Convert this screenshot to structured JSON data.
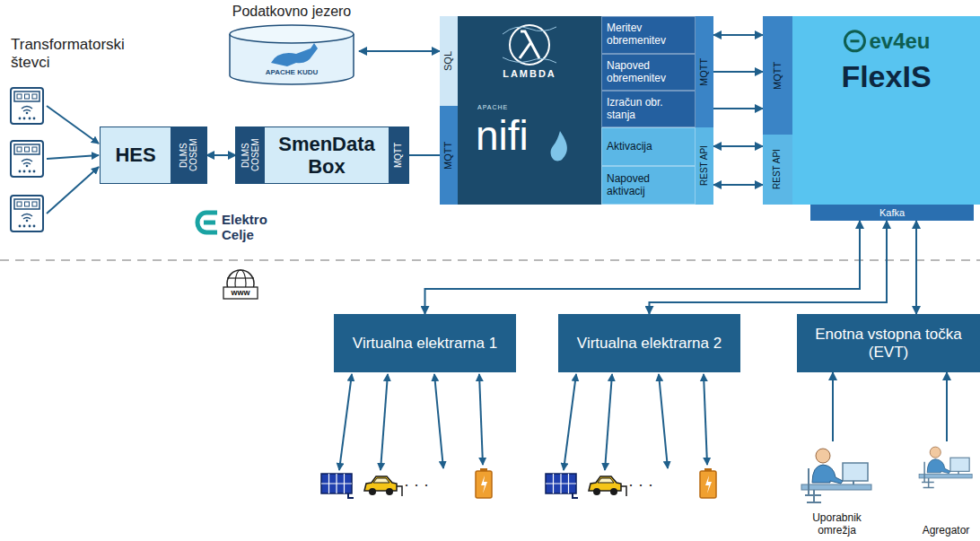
{
  "diagram": {
    "nodes": [
      {
        "text": [
          "HES"
        ]
      },
      {
        "text": [
          "DLMS COSEM"
        ],
        "in": 0
      },
      {
        "text": [
          "SmenData Box"
        ]
      },
      {
        "text": [
          "DLMS COSEM"
        ],
        "in": 2
      },
      {
        "text": [
          "MQTT"
        ],
        "in": 2
      },
      {
        "text": [
          "Podatkovno jezero",
          "APACHE KUDU"
        ]
      },
      {
        "text": [
          "LAMBDA",
          "APACHE",
          "nifi"
        ]
      },
      {
        "text": [
          "SQL"
        ],
        "in": 6
      },
      {
        "text": [
          "MQTT"
        ],
        "in": 6
      },
      {
        "text": [
          "Meritev obremenitev"
        ],
        "in": 6
      },
      {
        "text": [
          "Napoved obremenitev"
        ],
        "in": 6
      },
      {
        "text": [
          "Izračun obr. stanja"
        ],
        "in": 6
      },
      {
        "text": [
          "Aktivacija"
        ],
        "in": 6
      },
      {
        "text": [
          "Napoved aktivacij"
        ],
        "in": 6
      },
      {
        "text": [
          "MQTT"
        ],
        "in": 6
      },
      {
        "text": [
          "REST API"
        ],
        "in": 6
      },
      {
        "text": [
          "ev4eu",
          "FlexIS"
        ]
      },
      {
        "text": [
          "MQTT"
        ],
        "in": 16
      },
      {
        "text": [
          "REST API"
        ],
        "in": 16
      },
      {
        "text": [
          "Kafka"
        ],
        "in": 16
      },
      {
        "text": [
          "Virtualna elektrarna 1"
        ]
      },
      {
        "text": [
          "Virtualna elektrarna 2"
        ]
      },
      {
        "text": [
          "Enotna vstopna točka (EVT)"
        ]
      },
      {
        "text": [
          "Uporabnik omrežja"
        ]
      },
      {
        "text": [
          "Agregator"
        ]
      }
    ],
    "edges": [
      {
        "from": 1,
        "to": 3,
        "arrow": "both"
      },
      {
        "from": 4,
        "to": 8,
        "arrow": "none"
      },
      {
        "from": 5,
        "to": 7,
        "arrow": "both"
      },
      {
        "from": 14,
        "to": 17,
        "arrow": "both"
      },
      {
        "from": 14,
        "to": 17,
        "arrow": "to"
      },
      {
        "from": 14,
        "to": 17,
        "arrow": "to"
      },
      {
        "from": 15,
        "to": 18,
        "arrow": "both"
      },
      {
        "from": 15,
        "to": 18,
        "arrow": "both"
      },
      {
        "from": 19,
        "to": 20,
        "arrow": "both"
      },
      {
        "from": 19,
        "to": 21,
        "arrow": "both"
      },
      {
        "from": 19,
        "to": 22,
        "arrow": "both"
      },
      {
        "from": 23,
        "to": 22,
        "arrow": "to"
      },
      {
        "from": 24,
        "to": 22,
        "arrow": "to"
      }
    ],
    "labels": [
      "Transformatorski števci",
      "Elektro Celje",
      "· · ·",
      "· · ·",
      "www"
    ]
  }
}
